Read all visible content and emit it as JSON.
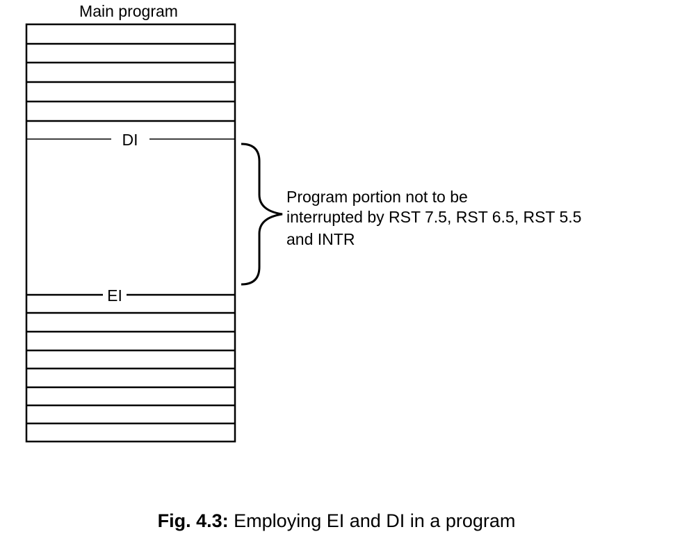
{
  "diagram": {
    "heading": "Main program",
    "di_label": "DI",
    "ei_label": "EI",
    "note_lines": [
      "Program portion not to be",
      "interrupted by RST 7.5, RST 6.5, RST 5.5",
      "and INTR"
    ],
    "stroke_color": "#000000"
  },
  "caption": {
    "prefix": "Fig. 4.3:",
    "text": " Employing EI and DI in a program"
  }
}
